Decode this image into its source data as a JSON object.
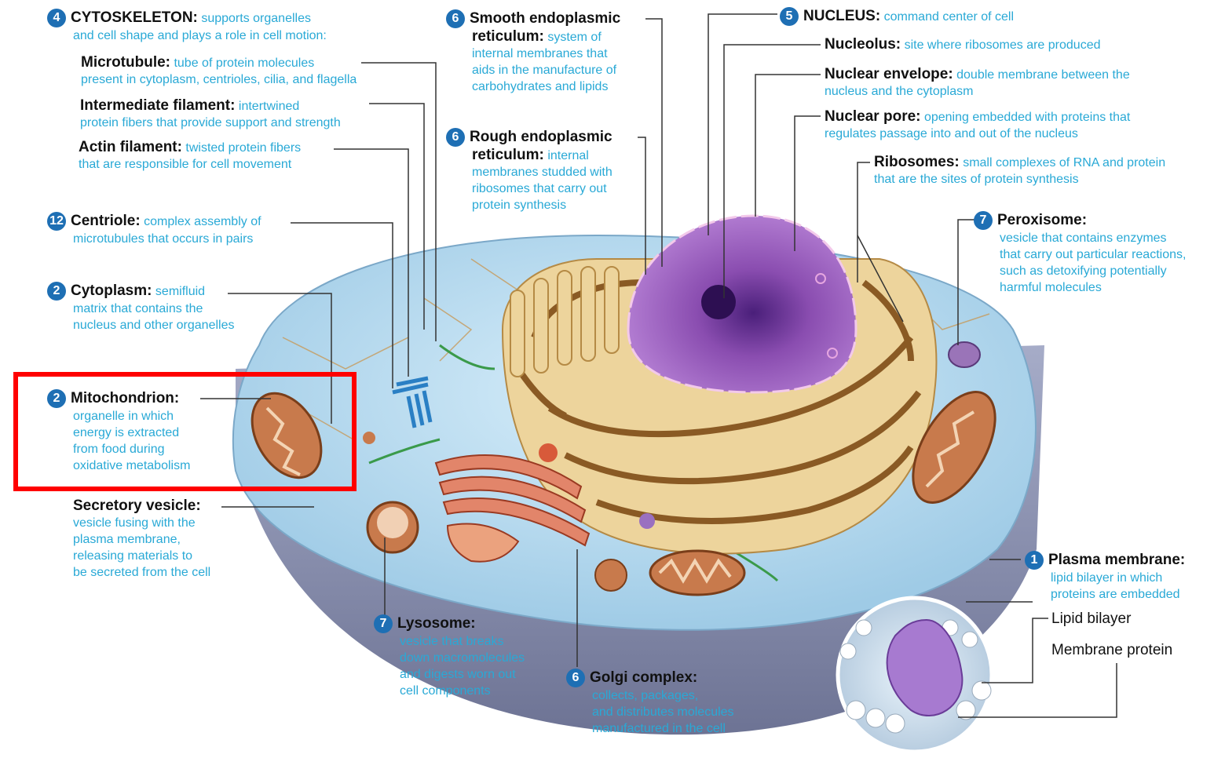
{
  "labels": {
    "cytoskeleton": {
      "num": "4",
      "title": "CYTOSKELETON:",
      "desc_1": "supports organelles",
      "desc_2": "and cell shape and plays a role in cell motion:"
    },
    "microtubule": {
      "title": "Microtubule:",
      "desc_1": "tube of protein molecules",
      "desc_2": "present in cytoplasm, centrioles, cilia, and flagella"
    },
    "intermediate_filament": {
      "title": "Intermediate filament:",
      "desc_1": "intertwined",
      "desc_2": "protein fibers that provide support and strength"
    },
    "actin_filament": {
      "title": "Actin filament:",
      "desc_1": "twisted protein fibers",
      "desc_2": "that are responsible for cell movement"
    },
    "centriole": {
      "num": "12",
      "title": "Centriole:",
      "desc_1": "complex assembly of",
      "desc_2": "microtubules that occurs in pairs"
    },
    "cytoplasm": {
      "num": "2",
      "title": "Cytoplasm:",
      "desc_1": "semifluid",
      "desc_2": "matrix that contains the",
      "desc_3": "nucleus and other organelles"
    },
    "mitochondrion": {
      "num": "2",
      "title": "Mitochondrion:",
      "desc_1": "organelle in which",
      "desc_2": "energy is extracted",
      "desc_3": "from food during",
      "desc_4": "oxidative metabolism"
    },
    "secretory_vesicle": {
      "title": "Secretory vesicle:",
      "desc_1": "vesicle fusing with the",
      "desc_2": "plasma membrane,",
      "desc_3": "releasing materials to",
      "desc_4": "be secreted from the cell"
    },
    "smooth_er": {
      "num": "6",
      "title_1": "Smooth endoplasmic",
      "title_2": "reticulum:",
      "desc_1": "system of",
      "desc_2": "internal membranes that",
      "desc_3": "aids in the manufacture of",
      "desc_4": "carbohydrates and lipids"
    },
    "rough_er": {
      "num": "6",
      "title_1": "Rough endoplasmic",
      "title_2": "reticulum:",
      "desc_1": "internal",
      "desc_2": "membranes studded with",
      "desc_3": "ribosomes that carry out",
      "desc_4": "protein synthesis"
    },
    "nucleus": {
      "num": "5",
      "title": "NUCLEUS:",
      "desc_1": "command center of cell"
    },
    "nucleolus": {
      "title": "Nucleolus:",
      "desc_1": "site where ribosomes are produced"
    },
    "nuclear_envelope": {
      "title": "Nuclear envelope:",
      "desc_1": "double membrane between the",
      "desc_2": "nucleus and the cytoplasm"
    },
    "nuclear_pore": {
      "title": "Nuclear pore:",
      "desc_1": "opening embedded with proteins that",
      "desc_2": "regulates passage into and out of the nucleus"
    },
    "ribosomes": {
      "title": "Ribosomes:",
      "desc_1": "small complexes of RNA and protein",
      "desc_2": "that are the sites of protein synthesis"
    },
    "peroxisome": {
      "num": "7",
      "title": "Peroxisome:",
      "desc_1": "vesicle that contains enzymes",
      "desc_2": "that carry out particular reactions,",
      "desc_3": "such as detoxifying potentially",
      "desc_4": "harmful molecules"
    },
    "plasma_membrane": {
      "num": "1",
      "title": "Plasma membrane:",
      "desc_1": "lipid bilayer in which",
      "desc_2": "proteins are embedded"
    },
    "lipid_bilayer": {
      "title": "Lipid bilayer"
    },
    "membrane_protein": {
      "title": "Membrane protein"
    },
    "lysosome": {
      "num": "7",
      "title": "Lysosome:",
      "desc_1": "vesicle that breaks",
      "desc_2": "down macromolecules",
      "desc_3": "and digests worn out",
      "desc_4": "cell components"
    },
    "golgi": {
      "num": "6",
      "title": "Golgi complex:",
      "desc_1": "collects, packages,",
      "desc_2": "and distributes molecules",
      "desc_3": "manufactured in the cell"
    }
  },
  "colors": {
    "label_title": "#111111",
    "label_desc": "#29a9d6",
    "badge": "#1e6fb4",
    "highlight": "#ff0000",
    "cytoplasm": "#bfe0f2",
    "membrane": "#8e96b6",
    "er": "#e8c98a",
    "nucleus": "#8a4db0",
    "mitochondrion": "#c87a4c",
    "golgi": "#e2856a"
  }
}
